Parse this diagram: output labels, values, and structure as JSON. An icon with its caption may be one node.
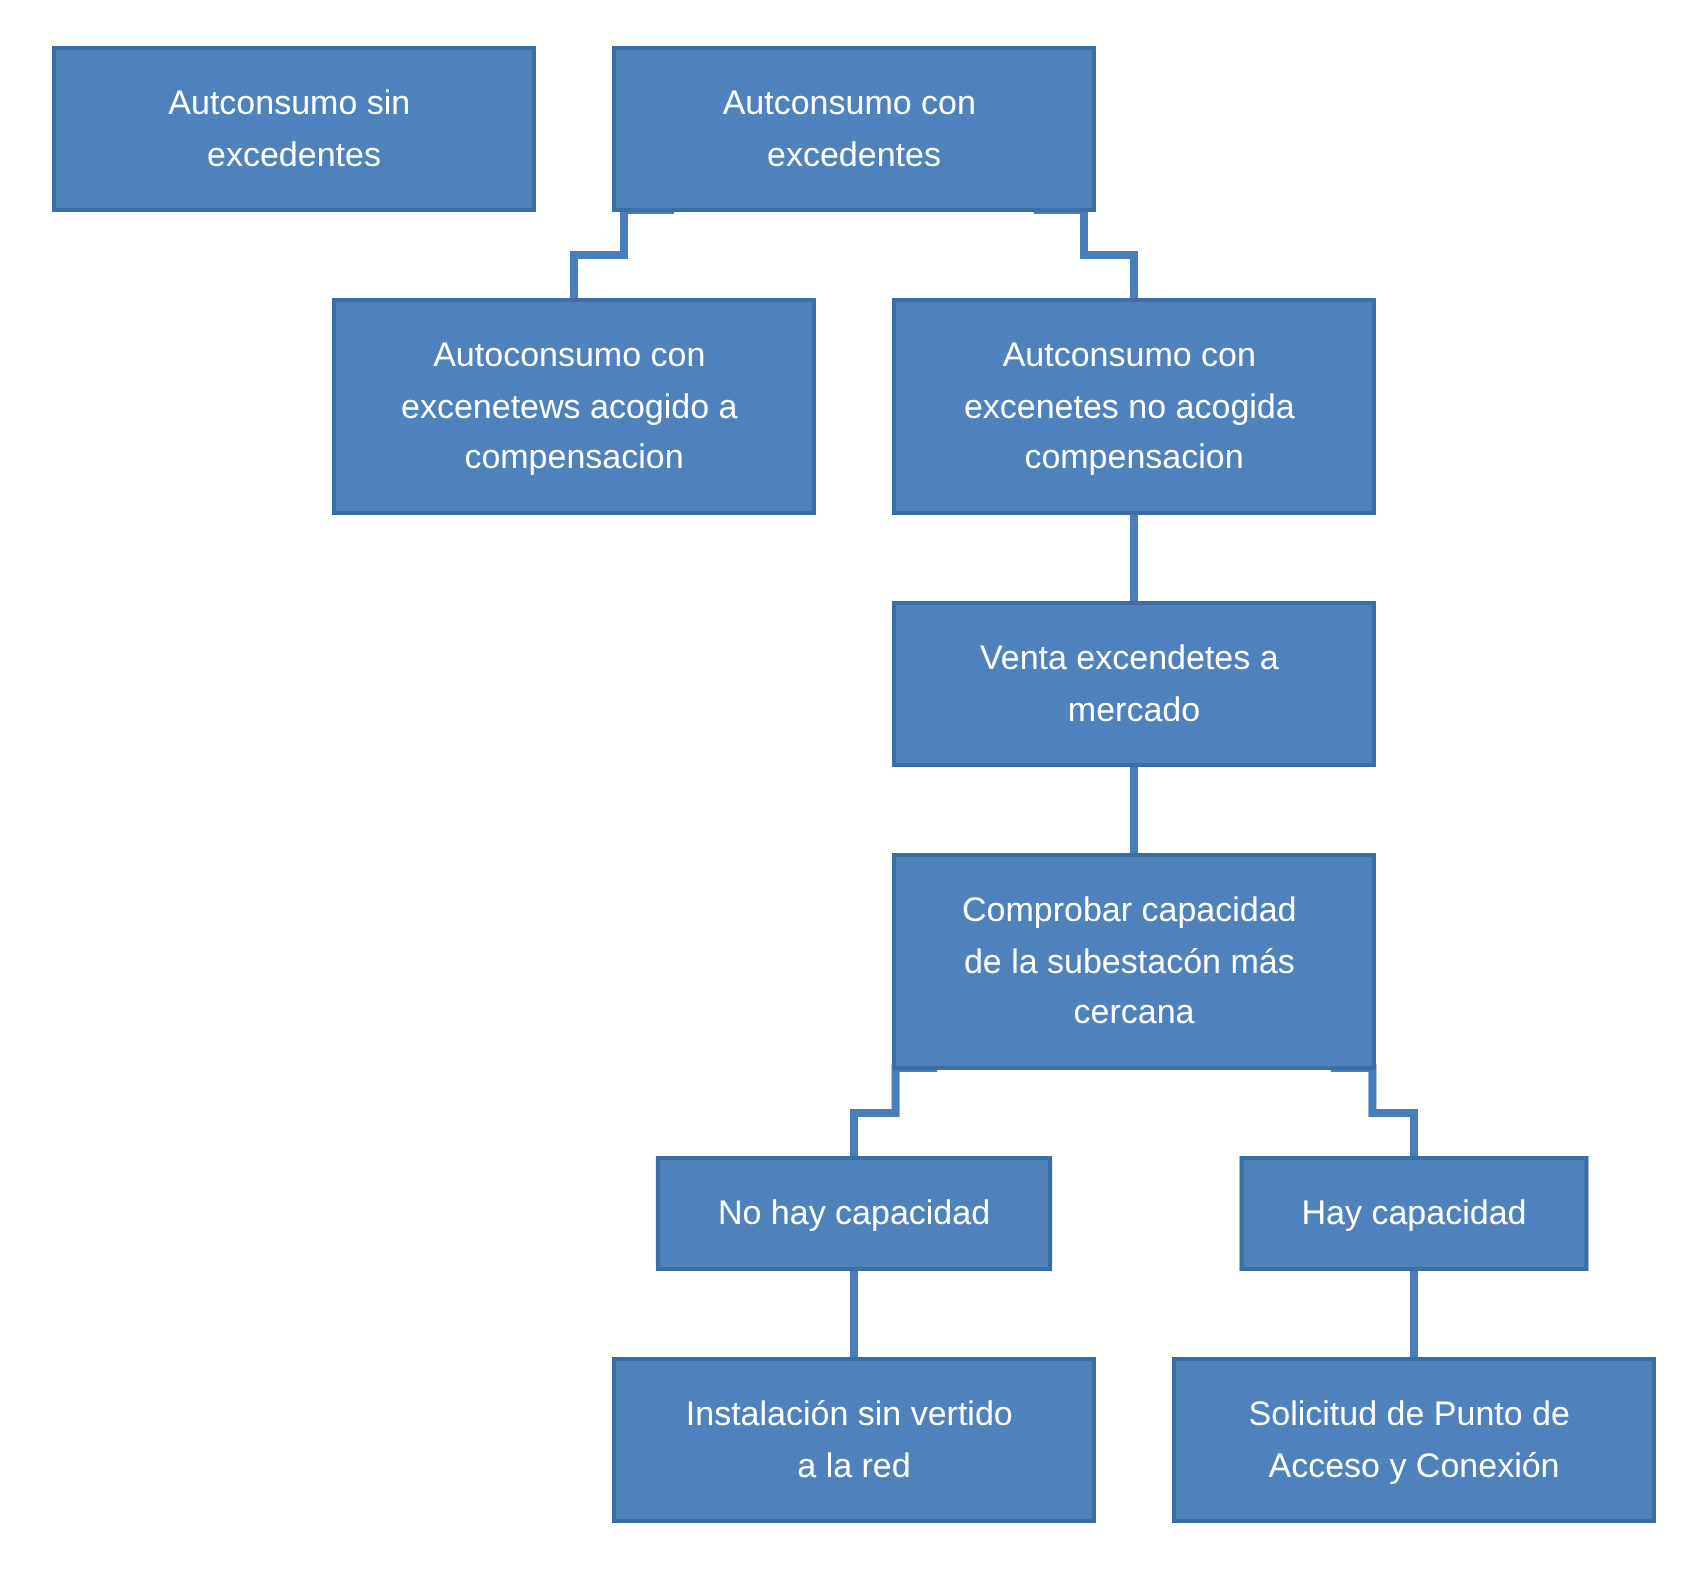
{
  "diagram": {
    "nodes": [
      {
        "text": [
          "Autconsumo sin excedentes"
        ]
      },
      {
        "text": [
          "Autconsumo con excedentes"
        ]
      },
      {
        "text": [
          "Autoconsumo con excenetews acogido a compensacion"
        ]
      },
      {
        "text": [
          "Autconsumo con excenetes no acogida compensacion"
        ]
      },
      {
        "text": [
          "Venta excendetes a mercado"
        ]
      },
      {
        "text": [
          "Comprobar capacidad de la subestacón más cercana"
        ]
      },
      {
        "text": [
          "No hay capacidad"
        ]
      },
      {
        "text": [
          "Hay capacidad"
        ]
      },
      {
        "text": [
          "Instalación sin vertido a la red"
        ]
      },
      {
        "text": [
          "Solicitud de Punto de Acceso y Conexión"
        ]
      }
    ],
    "edges": [
      {
        "from": 1,
        "to": 2,
        "arrow": "none"
      },
      {
        "from": 1,
        "to": 3,
        "arrow": "none"
      },
      {
        "from": 3,
        "to": 4,
        "arrow": "none"
      },
      {
        "from": 4,
        "to": 5,
        "arrow": "none"
      },
      {
        "from": 5,
        "to": 6,
        "arrow": "none"
      },
      {
        "from": 5,
        "to": 7,
        "arrow": "none"
      },
      {
        "from": 6,
        "to": 8,
        "arrow": "none"
      },
      {
        "from": 7,
        "to": 9,
        "arrow": "none"
      }
    ]
  }
}
